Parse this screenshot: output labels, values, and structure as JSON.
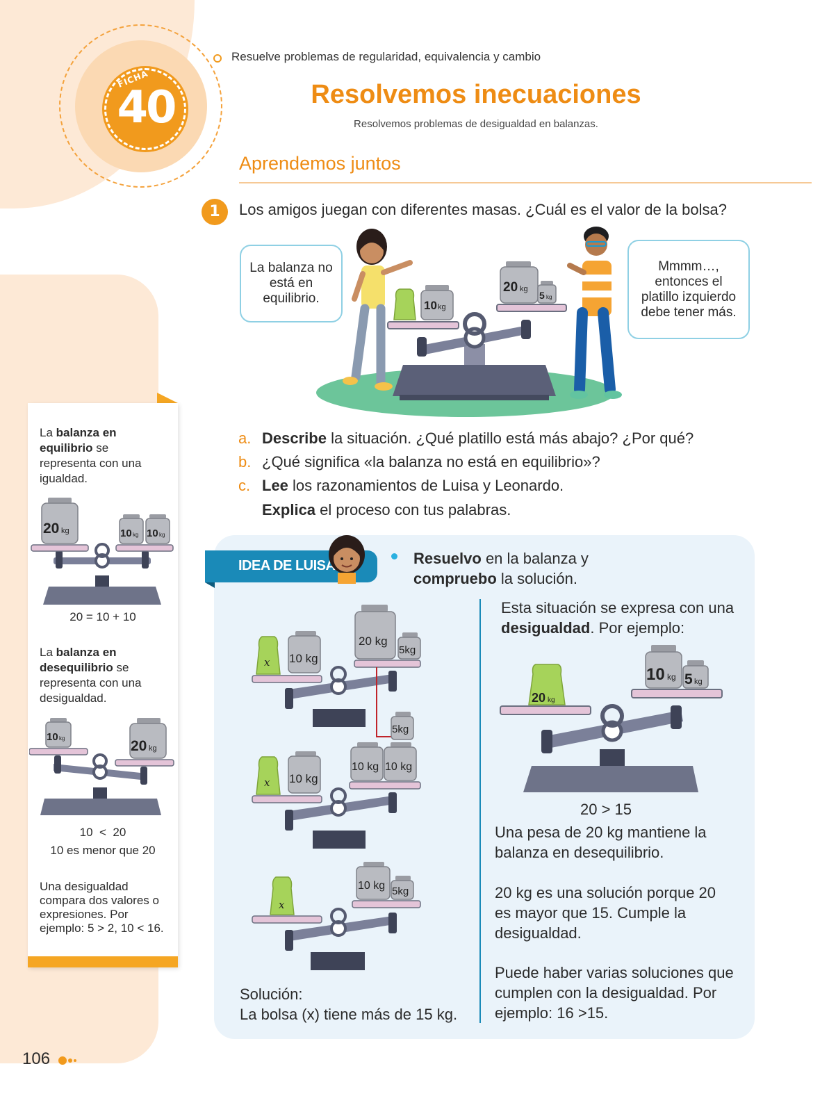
{
  "header": {
    "ficha_label": "FICHA",
    "ficha_number": "40",
    "competency": "Resuelve problemas de regularidad, equivalencia y cambio",
    "title": "Resolvemos inecuaciones",
    "subtitle": "Resolvemos problemas de desigualdad en balanzas."
  },
  "section": {
    "heading": "Aprendemos juntos"
  },
  "problem": {
    "number": "1",
    "text": "Los amigos juegan con diferentes masas. ¿Cuál es el valor de la bolsa?",
    "bubble_luisa": "La balanza no está en equilibrio.",
    "bubble_leo": "Mmmm…, entonces el platillo izquierdo debe tener más.",
    "weights": {
      "left": "10",
      "right_big": "20",
      "right_small": "5",
      "unit": "kg"
    }
  },
  "questions": {
    "a_letter": "a.",
    "a_bold": "Describe",
    "a_rest": " la situación. ¿Qué platillo está más abajo? ¿Por qué?",
    "b_letter": "b.",
    "b_text": "¿Qué significa «la balanza no está en equilibrio»?",
    "c_letter": "c.",
    "c_bold": "Lee",
    "c_rest": " los razonamientos de Luisa y Leonardo.",
    "c2_bold": "Explica",
    "c2_rest": " el proceso con tus palabras."
  },
  "sidebar": {
    "eq_pre": "La ",
    "eq_bold": "balanza en equilibrio",
    "eq_post": " se representa con una igualdad.",
    "eq_weights": {
      "left": "20",
      "right_a": "10",
      "right_b": "10",
      "unit": "kg"
    },
    "eq_formula": "20 = 10 + 10",
    "neq_pre": "La ",
    "neq_bold": "balanza en desequilibrio",
    "neq_post": " se representa con una desigualdad.",
    "neq_weights": {
      "left": "10",
      "right": "20",
      "unit": "kg"
    },
    "neq_formula": "10  <  20",
    "neq_words": "10 es menor que 20",
    "definition": "Una desigualdad compara dos valores o expresiones. Por ejemplo: 5 > 2, 10 < 16."
  },
  "luisa_idea": {
    "tab_label": "IDEA DE LUISA",
    "bullet_bold1": "Resuelvo",
    "bullet_rest1": " en la balanza y",
    "bullet_bold2": "compruebo",
    "bullet_rest2": " la solución.",
    "bag_label": "x",
    "step_weights": {
      "ten": "10 kg",
      "twenty": "20 kg",
      "five": "5kg"
    },
    "solution_label": "Solución:",
    "solution_text": "La bolsa (x) tiene más de 15 kg.",
    "intro_pre": "Esta situación se expresa con una ",
    "intro_bold": "desigualdad",
    "intro_post": ". Por ejemplo:",
    "big_scale": {
      "bag": "20",
      "w1": "10",
      "w2": "5",
      "unit": "kg"
    },
    "inequality": "20 > 15",
    "p1": "Una pesa de 20 kg mantiene la balanza en desequilibrio.",
    "p2": "20 kg es una solución porque 20 es mayor que 15. Cumple la desigualdad.",
    "p3": "Puede haber varias soluciones que cumplen con la desigualdad. Por ejemplo: 16 >15."
  },
  "footer": {
    "page_number": "106"
  },
  "colors": {
    "accent_orange": "#ee8c14",
    "tab_blue": "#1a8ab8",
    "panel_bg": "#eaf3fa",
    "page_tint": "#fde9d6"
  }
}
